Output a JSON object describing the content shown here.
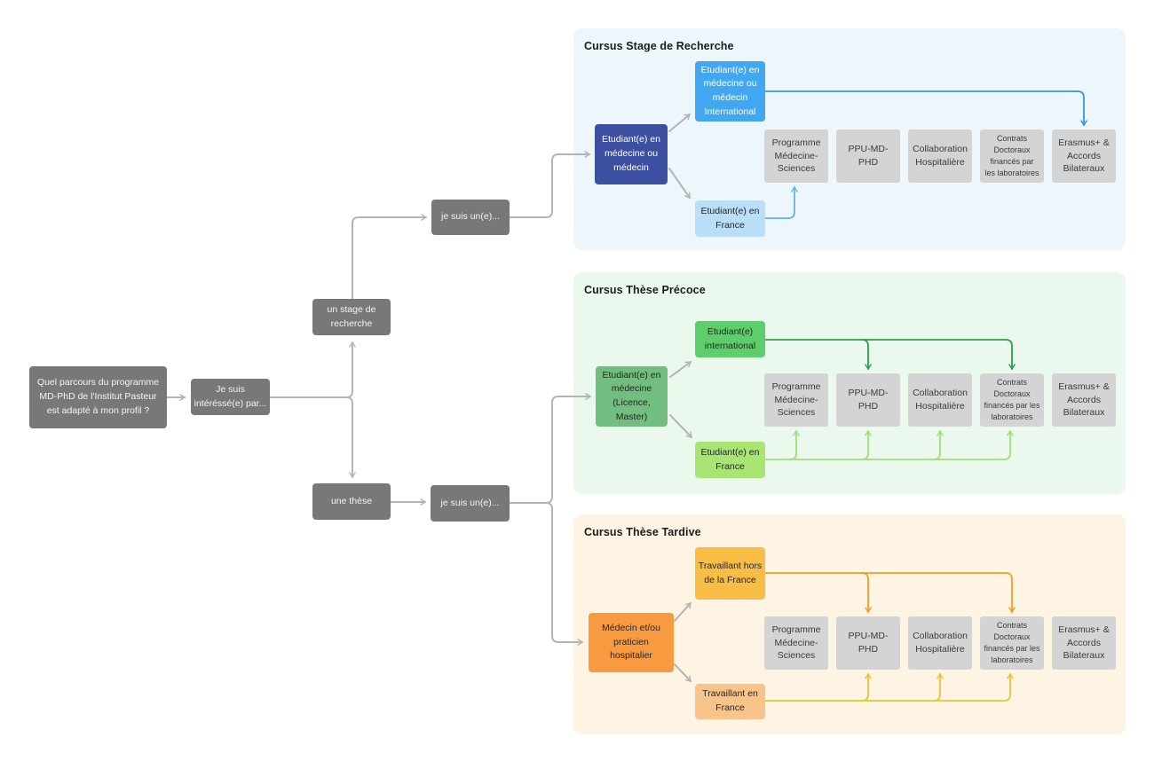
{
  "palette": {
    "canvas_bg": "#ffffff",
    "flow_gray_bg": "#787878",
    "flow_gray_fg": "#f4f4f4",
    "program_bg": "#d5d4d4",
    "program_fg": "#3a3a3a",
    "section_stage_bg": "#edf6fb",
    "section_precoce_bg": "#ebf8ee",
    "section_tardive_bg": "#fdf4e3",
    "section_title_fg": "#1c1c1c",
    "node_dark_blue": "#3d4fa1",
    "node_blue": "#41a7f1",
    "node_light_blue": "#b9def8",
    "node_med_green": "#72bd80",
    "node_green": "#5ece6c",
    "node_light_green": "#a9e573",
    "node_orange": "#f89b40",
    "node_amber": "#f8bd44",
    "node_light_orange": "#f9c489",
    "line_gray": "#b4b4b4",
    "line_blue": "#2f97e0",
    "line_light_blue": "#62b2ee",
    "line_green": "#27a04b",
    "line_light_green": "#9fdf78",
    "line_orange": "#f59a25",
    "line_yellow": "#e8c531",
    "text_dark": "#262626",
    "text_white": "#ffffff"
  },
  "sections": {
    "stage": {
      "title": "Cursus Stage de Recherche",
      "bg": "section_stage_bg"
    },
    "precoce": {
      "title": "Cursus Thèse Précoce",
      "bg": "section_precoce_bg"
    },
    "tardive": {
      "title": "Cursus Thèse Tardive",
      "bg": "section_tardive_bg"
    }
  },
  "nodes": {
    "q_main": {
      "label": "Quel parcours du programme\nMD-PhD de l'Institut Pasteur\nest adapté à mon profil ?",
      "bg": "flow_gray_bg",
      "fg": "flow_gray_fg"
    },
    "q_interest": {
      "label": "Je suis\nintéréssé(e) par...",
      "bg": "flow_gray_bg",
      "fg": "flow_gray_fg"
    },
    "opt_stage": {
      "label": "un stage de\nrecherche",
      "bg": "flow_gray_bg",
      "fg": "flow_gray_fg"
    },
    "opt_these": {
      "label": "une thèse",
      "bg": "flow_gray_bg",
      "fg": "flow_gray_fg"
    },
    "q_who_top": {
      "label": "je suis un(e)...",
      "bg": "flow_gray_bg",
      "fg": "flow_gray_fg"
    },
    "q_who_bottom": {
      "label": "je suis un(e)...",
      "bg": "flow_gray_bg",
      "fg": "flow_gray_fg"
    },
    "s1_root": {
      "label": "Etudiant(e) en\nmédecine ou\nmédecin",
      "bg": "node_dark_blue",
      "fg": "text_white"
    },
    "s1_intl": {
      "label": "Etudiant(e) en\nmédecine ou\nmédecin\nInternational",
      "bg": "node_blue",
      "fg": "text_white"
    },
    "s1_fr": {
      "label": "Etudiant(e) en\nFrance",
      "bg": "node_light_blue",
      "fg": "text_dark"
    },
    "s1_prog": {
      "label": "Programme\nMédecine-\nSciences",
      "bg": "program_bg",
      "fg": "program_fg"
    },
    "s1_ppu": {
      "label": "PPU-MD-\nPHD",
      "bg": "program_bg",
      "fg": "program_fg"
    },
    "s1_collab": {
      "label": "Collaboration\nHospitalière",
      "bg": "program_bg",
      "fg": "program_fg"
    },
    "s1_contrats": {
      "label": "Contrats\nDoctoraux\nfinancés par\nles laboratoires",
      "bg": "program_bg",
      "fg": "program_fg"
    },
    "s1_erasmus": {
      "label": "Erasmus+ &\nAccords\nBilateraux",
      "bg": "program_bg",
      "fg": "program_fg"
    },
    "s2_root": {
      "label": "Etudiant(e) en\nmédecine\n(Licence,\nMaster)",
      "bg": "node_med_green",
      "fg": "text_dark"
    },
    "s2_intl": {
      "label": "Etudiant(e)\ninternational",
      "bg": "node_green",
      "fg": "text_dark"
    },
    "s2_fr": {
      "label": "Etudiant(e) en\nFrance",
      "bg": "node_light_green",
      "fg": "text_dark"
    },
    "s2_prog": {
      "label": "Programme\nMédecine-\nSciences",
      "bg": "program_bg",
      "fg": "program_fg"
    },
    "s2_ppu": {
      "label": "PPU-MD-\nPHD",
      "bg": "program_bg",
      "fg": "program_fg"
    },
    "s2_collab": {
      "label": "Collaboration\nHospitalière",
      "bg": "program_bg",
      "fg": "program_fg"
    },
    "s2_contrats": {
      "label": "Contrats\nDoctoraux\nfinancés par les\nlaboratoires",
      "bg": "program_bg",
      "fg": "program_fg"
    },
    "s2_erasmus": {
      "label": "Erasmus+ &\nAccords\nBilateraux",
      "bg": "program_bg",
      "fg": "program_fg"
    },
    "s3_root": {
      "label": "Médecin et/ou\npraticien\nhospitalier",
      "bg": "node_orange",
      "fg": "text_dark"
    },
    "s3_hors": {
      "label": "Travaillant hors\nde la France",
      "bg": "node_amber",
      "fg": "text_dark"
    },
    "s3_fr": {
      "label": "Travaillant en\nFrance",
      "bg": "node_light_orange",
      "fg": "text_dark"
    },
    "s3_prog": {
      "label": "Programme\nMédecine-\nSciences",
      "bg": "program_bg",
      "fg": "program_fg"
    },
    "s3_ppu": {
      "label": "PPU-MD-\nPHD",
      "bg": "program_bg",
      "fg": "program_fg"
    },
    "s3_collab": {
      "label": "Collaboration\nHospitalière",
      "bg": "program_bg",
      "fg": "program_fg"
    },
    "s3_contrats": {
      "label": "Contrats\nDoctoraux\nfinancés par les\nlaboratoires",
      "bg": "program_bg",
      "fg": "program_fg"
    },
    "s3_erasmus": {
      "label": "Erasmus+ &\nAccords\nBilateraux",
      "bg": "program_bg",
      "fg": "program_fg"
    }
  }
}
